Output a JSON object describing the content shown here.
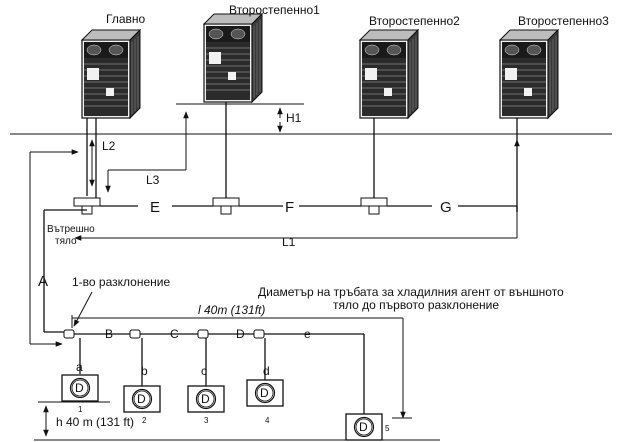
{
  "units": {
    "main": "Главно",
    "sub1": "Второстепенно1",
    "sub2": "Второстепенно2",
    "sub3": "Второстепенно3"
  },
  "dims": {
    "h1": "H1",
    "l1": "L1",
    "l2": "L2",
    "l3": "L3",
    "limit_l": "l 40m (131ft)",
    "limit_h": "h 40 m (131 ft)"
  },
  "pipes": {
    "e": "E",
    "f": "F",
    "g": "G",
    "a": "A",
    "b_main": "B",
    "c_main": "C",
    "d_main": "D",
    "e_lower": "e",
    "b_lower": "b",
    "c_lower": "c",
    "d_lower": "d",
    "a_lower": "a"
  },
  "labels": {
    "indoor_line1": "Вътрешно",
    "indoor_line2": "тяло",
    "first_branch": "1-во разклонение",
    "note_line1": "Диаметър на тръбата за хладилния агент от външното",
    "note_line2": "тяло до първото разклонение"
  },
  "indoor_units": [
    {
      "num": "1",
      "symbol": "D"
    },
    {
      "num": "2",
      "symbol": "D"
    },
    {
      "num": "3",
      "symbol": "D"
    },
    {
      "num": "4",
      "symbol": "D"
    },
    {
      "num": "5",
      "symbol": "D"
    }
  ]
}
